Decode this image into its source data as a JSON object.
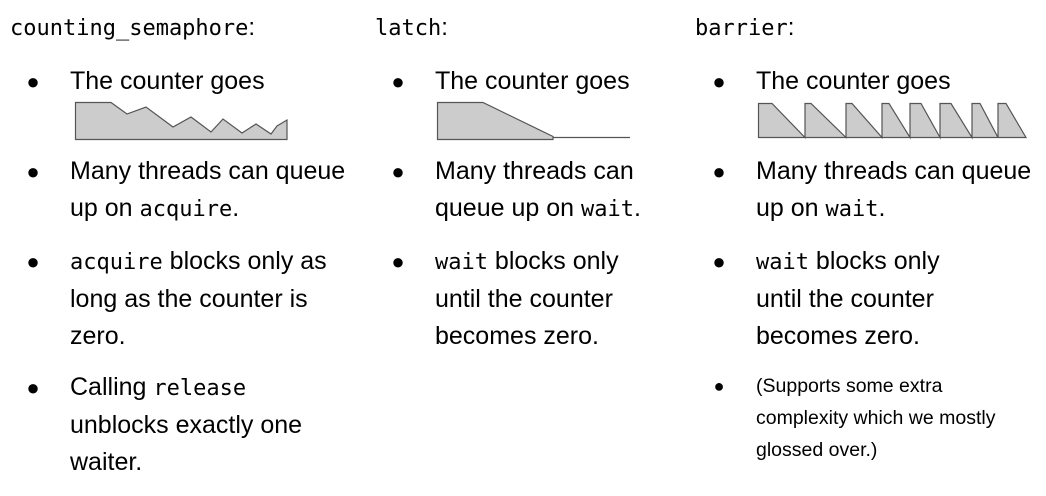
{
  "columns": [
    {
      "heading_code": "counting_semaphore",
      "heading_colon": ":",
      "bullets": [
        {
          "text": "The counter goes"
        },
        {
          "pre": "Many threads can queue up on ",
          "code": "acquire",
          "post": "."
        },
        {
          "code": "acquire",
          "post": " blocks only as long as the counter is zero."
        },
        {
          "pre": "Calling ",
          "code": "release",
          "post": " unblocks exactly one waiter."
        }
      ]
    },
    {
      "heading_code": "latch",
      "heading_colon": ":",
      "bullets": [
        {
          "text": "The counter goes"
        },
        {
          "pre": "Many threads can queue up on ",
          "code": "wait",
          "post": "."
        },
        {
          "code": "wait",
          "post": " blocks only until the counter becomes zero."
        }
      ]
    },
    {
      "heading_code": "barrier",
      "heading_colon": ":",
      "bullets": [
        {
          "text": "The counter goes"
        },
        {
          "pre": "Many threads can queue up on ",
          "code": "wait",
          "post": "."
        },
        {
          "code": "wait",
          "post": " blocks only until the counter becomes zero."
        },
        {
          "text": "(Supports some extra complexity which we mostly glossed over.)"
        }
      ]
    }
  ],
  "bullet_glyph": "●",
  "colors": {
    "graph_fill": "#cccccc",
    "graph_stroke": "#555555"
  }
}
